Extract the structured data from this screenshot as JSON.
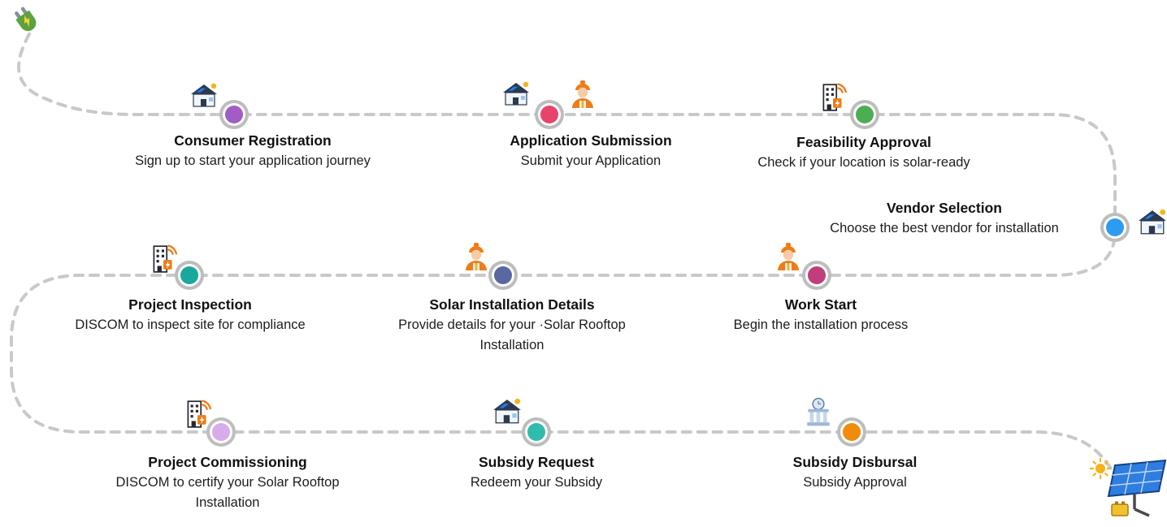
{
  "diagram": {
    "name": "Solar Rooftop Installation Journey",
    "connector": {
      "style": "dashed",
      "color": "#c9c9c9",
      "ring_color": "#bdbdbd"
    },
    "start_icon": "power-plug-icon",
    "end_icon": "solar-panel-icon",
    "steps": [
      {
        "title": "Consumer Registration",
        "description": "Sign up to start your application journey",
        "color": "#a15cc6",
        "icon": "solar-house-icon"
      },
      {
        "title": "Application Submission",
        "description": "Submit your Application",
        "color": "#e8436b",
        "icon": "solar-house-icon, worker-icon"
      },
      {
        "title": "Feasibility Approval",
        "description": "Check if your location is solar-ready",
        "color": "#4cae52",
        "icon": "building-signal-icon"
      },
      {
        "title": "Vendor Selection",
        "description": "Choose the best vendor for installation",
        "color": "#2d9bf0",
        "icon": "solar-house-icon"
      },
      {
        "title": "Project Inspection",
        "description": "DISCOM to inspect site for compliance",
        "color": "#18a89c",
        "icon": "building-signal-icon"
      },
      {
        "title": "Solar Installation Details",
        "description": "Provide details for your ·Solar Rooftop Installation",
        "color": "#5a689f",
        "icon": "worker-icon"
      },
      {
        "title": "Work Start",
        "description": "Begin the installation process",
        "color": "#c23d7c",
        "icon": "worker-icon"
      },
      {
        "title": "Project Commissioning",
        "description": "DISCOM to certify your Solar Rooftop Installation",
        "color": "#d8abea",
        "icon": "building-signal-icon"
      },
      {
        "title": "Subsidy Request",
        "description": "Redeem your Subsidy",
        "color": "#2fbcae",
        "icon": "solar-house-icon"
      },
      {
        "title": "Subsidy Disbursal",
        "description": "Subsidy Approval",
        "color": "#f18b0c",
        "icon": "bank-icon"
      }
    ]
  }
}
